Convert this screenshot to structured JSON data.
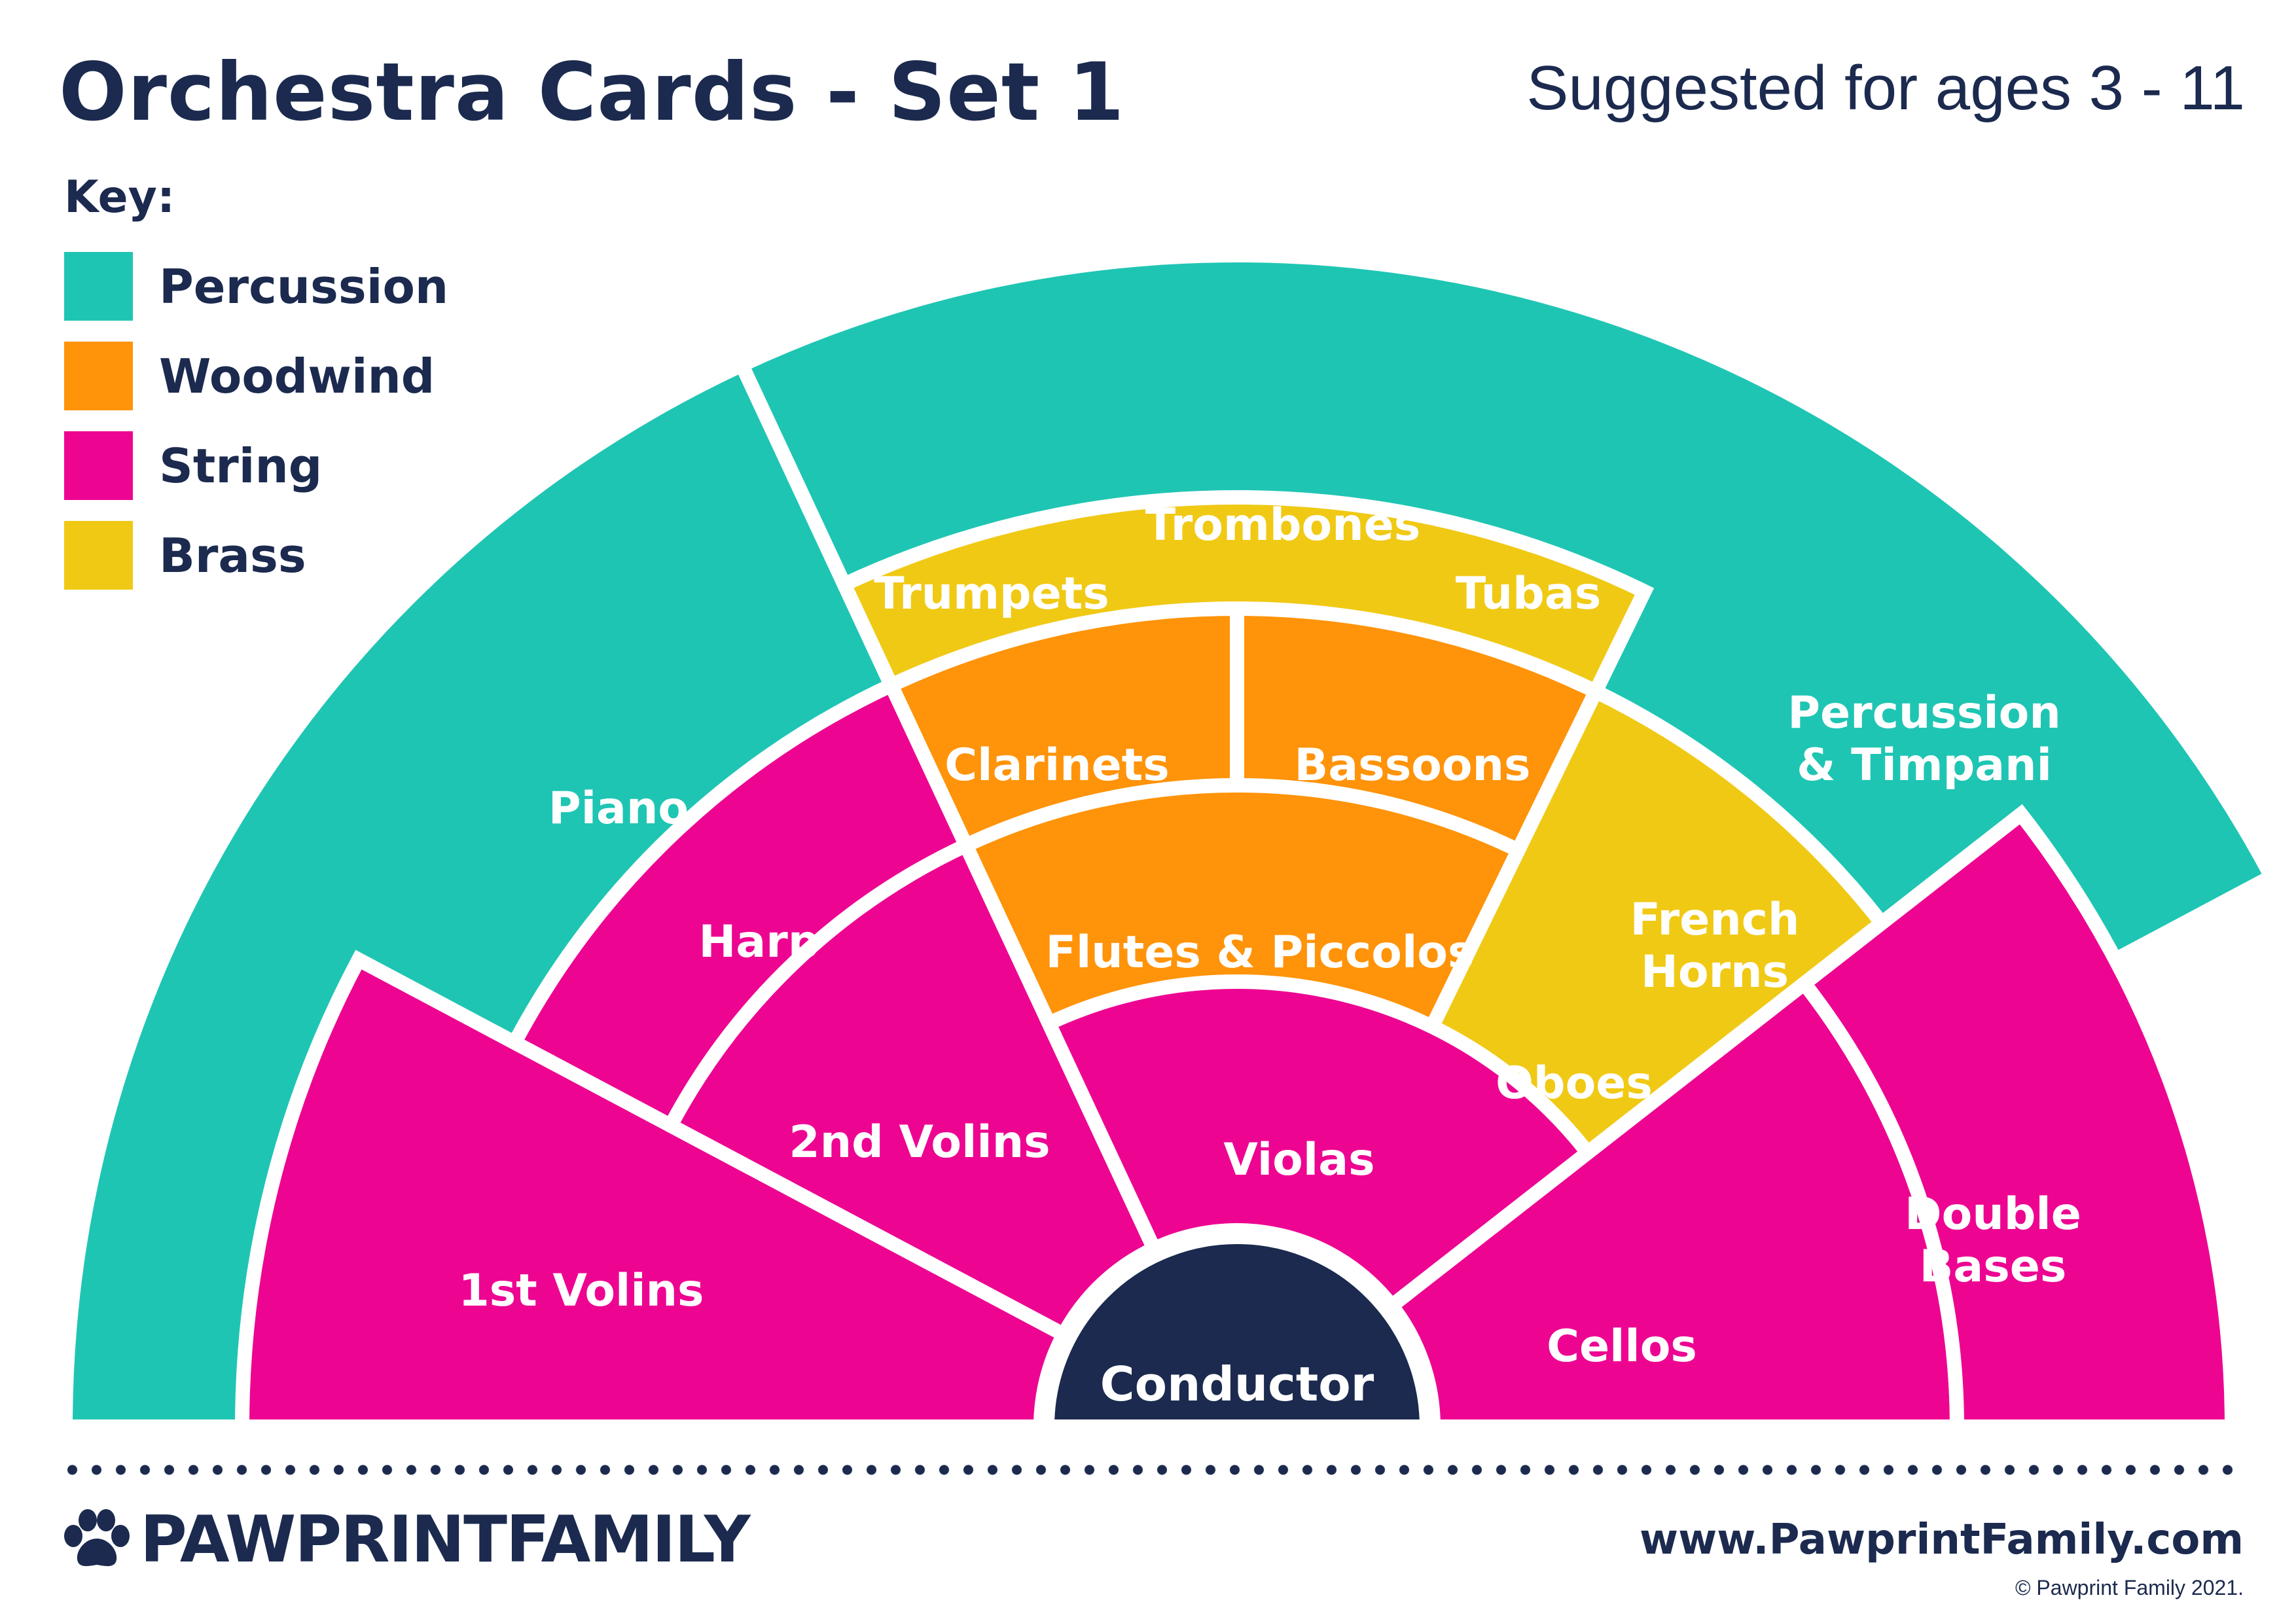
{
  "title": "Orchestra Cards - Set 1",
  "subtitle": "Suggested for ages 3 - 11",
  "key": {
    "title": "Key:",
    "items": [
      {
        "label": "Percussion",
        "color": "#1fc5b3"
      },
      {
        "label": "Woodwind",
        "color": "#ff9309"
      },
      {
        "label": "String",
        "color": "#ed0592"
      },
      {
        "label": "Brass",
        "color": "#f0c914"
      }
    ]
  },
  "colors": {
    "percussion": "#1fc5b3",
    "woodwind": "#ff9309",
    "string": "#ed0592",
    "brass": "#f0c914",
    "conductor": "#1b2a4e",
    "navy": "#1b2a4e"
  },
  "sections": {
    "trombones": "Trombones",
    "trumpets": "Trumpets",
    "tubas": "Tubas",
    "percussion_line1": "Percussion",
    "percussion_line2": "& Timpani",
    "piano": "Piano",
    "clarinets": "Clarinets",
    "bassoons": "Bassoons",
    "harp": "Harp",
    "flutes": "Flutes & Piccolos",
    "french_line1": "French",
    "french_line2": "Horns",
    "oboes": "Oboes",
    "second_violins": "2nd Volins",
    "violas": "Violas",
    "first_violins": "1st Volins",
    "cellos": "Cellos",
    "double_line1": "Double",
    "double_line2": "Bases",
    "conductor": "Conductor"
  },
  "footer": {
    "brand": "PAWPRINTFAMILY",
    "website": "www.PawprintFamily.com",
    "copyright": "© Pawprint Family 2021."
  }
}
